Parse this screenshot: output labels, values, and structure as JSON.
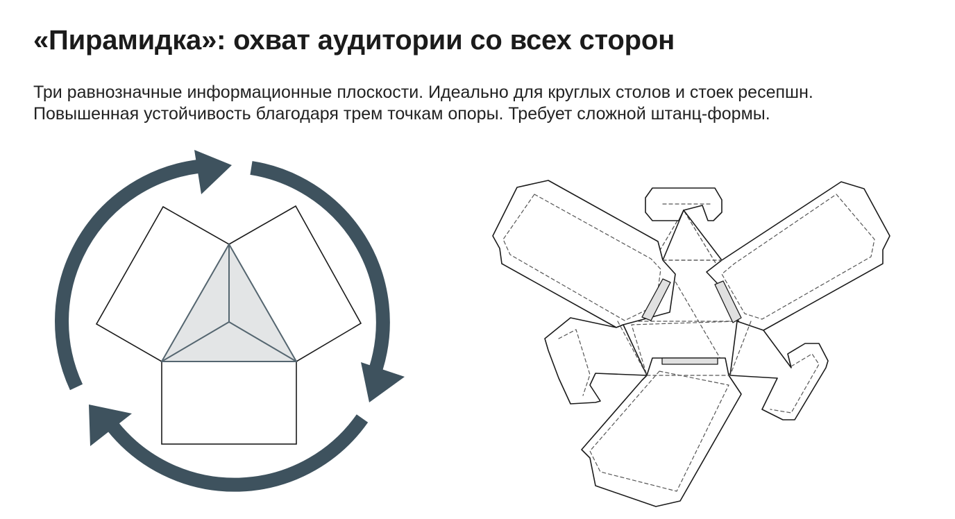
{
  "slide": {
    "title": "«Пирамидка»: охват аудитории со всех сторон",
    "description_lines": [
      "Три равнозначные информационные плоскости. Идеально для круглых столов и стоек ресепшн.",
      "Повышенная устойчивость благодаря трем точкам опоры. Требует сложной штанц-формы."
    ]
  },
  "colors": {
    "arrow": "#3e525e",
    "outline": "#1a1a1a",
    "triangle_fill": "#e3e5e6",
    "triangle_stroke": "#556670",
    "window_fill": "#e0e0e0"
  },
  "illustrations": {
    "left": "pyramid-net-with-rotation-arrows",
    "right": "die-cut-template"
  }
}
